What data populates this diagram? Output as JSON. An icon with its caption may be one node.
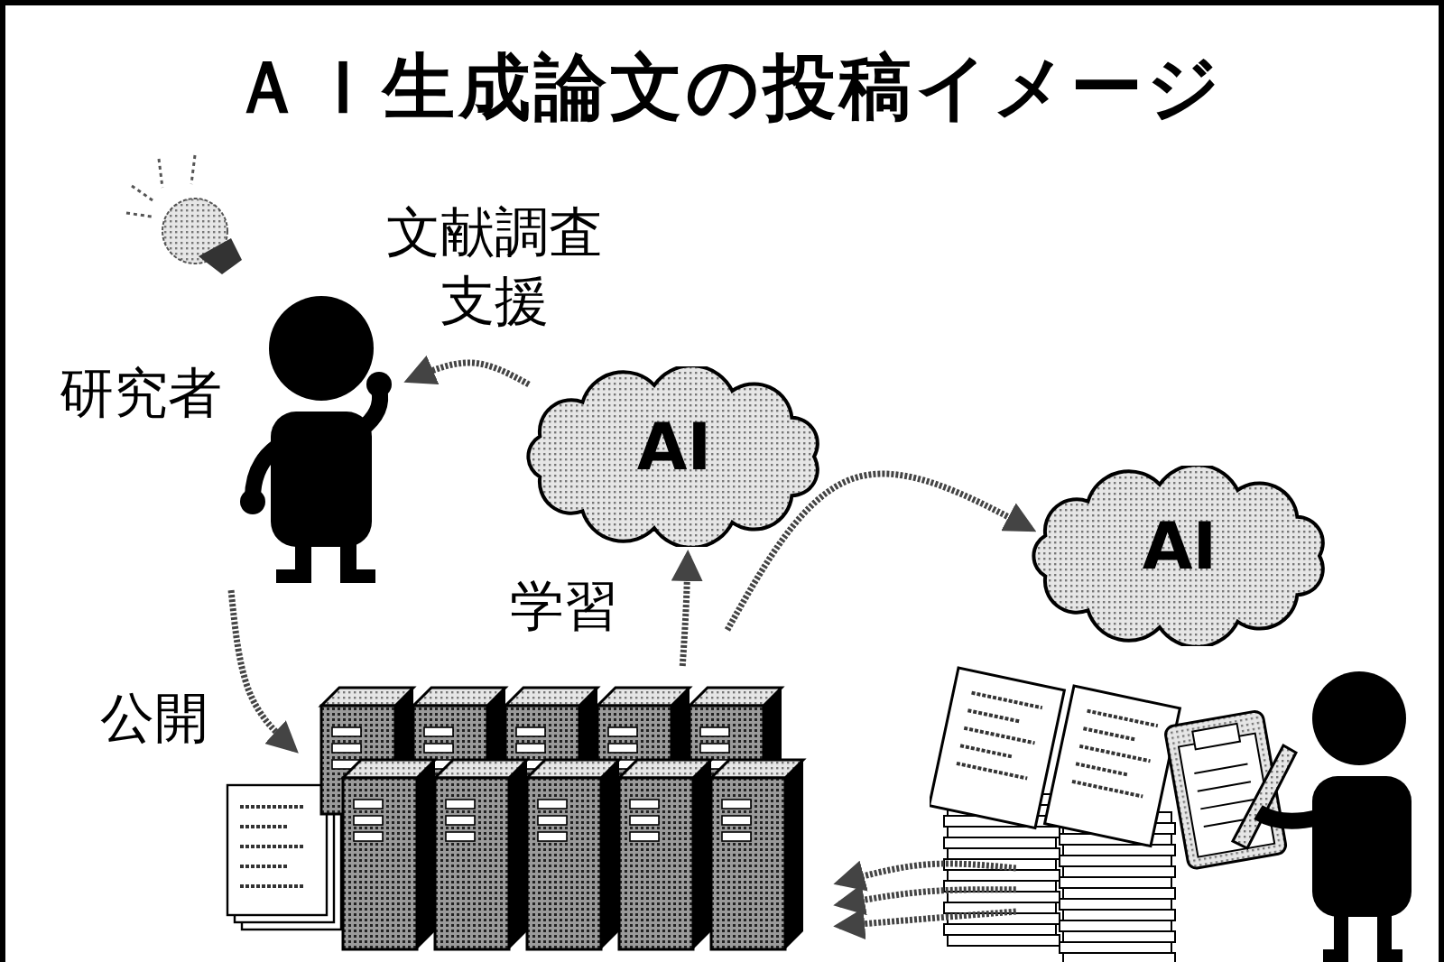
{
  "diagram": {
    "title": "ＡＩ生成論文の投稿イメージ",
    "nodes": [
      {
        "text": [
          "研究者"
        ]
      },
      {
        "text": [
          "AI"
        ]
      },
      {
        "text": [],
        "shape": "picture"
      },
      {
        "text": [
          "AI"
        ]
      },
      {
        "text": [],
        "shape": "picture"
      }
    ],
    "edges": [
      {
        "from": 1,
        "to": 0,
        "arrow": "to",
        "label": "文献調査支援"
      },
      {
        "from": 0,
        "to": 2,
        "arrow": "to",
        "label": "公開"
      },
      {
        "from": 2,
        "to": 1,
        "arrow": "to",
        "label": "学習"
      },
      {
        "from": 2,
        "to": 3,
        "arrow": "to"
      },
      {
        "from": 4,
        "to": 2,
        "arrow": "to"
      },
      {
        "from": 4,
        "to": 2,
        "arrow": "to"
      },
      {
        "from": 4,
        "to": 2,
        "arrow": "to"
      }
    ]
  }
}
